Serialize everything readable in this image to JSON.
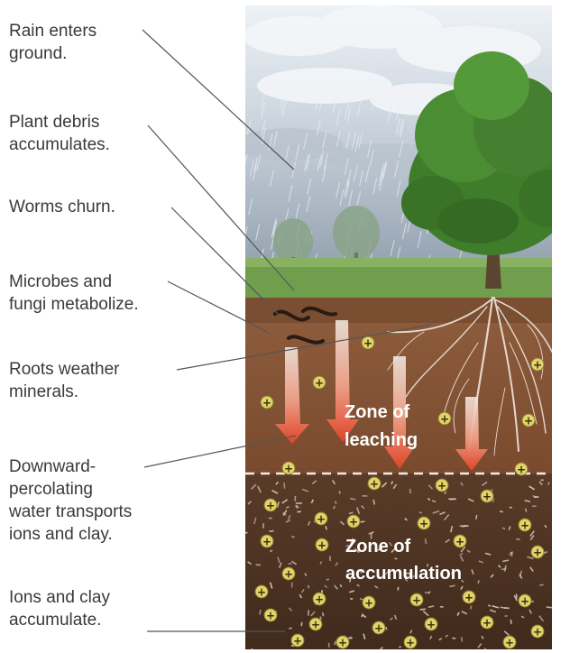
{
  "labels": {
    "rain": "Rain enters\nground.",
    "debris": "Plant debris\naccumulates.",
    "worms": "Worms churn.",
    "microbes": "Microbes and\nfungi metabolize.",
    "roots": "Roots weather\nminerals.",
    "percolating": "Downward-\npercolating\nwater transports\nions and clay.",
    "accumulate": "Ions and clay\naccumulate."
  },
  "zones": {
    "leaching_line1": "Zone of",
    "leaching_line2": "leaching",
    "accumulation_line1": "Zone of",
    "accumulation_line2": "accumulation"
  },
  "ion_symbol": "+",
  "colors": {
    "sky_top": "#dfe6ee",
    "sky_bottom": "#9aa7b5",
    "grass": "#6f9f4c",
    "topsoil": "#8a5a3c",
    "leaching_soil": "#7a4c30",
    "accumulation_soil": "#4e3424",
    "ion_fill": "#e2d36a",
    "arrow": "#e8553a",
    "tree": "#3d7a2a"
  }
}
